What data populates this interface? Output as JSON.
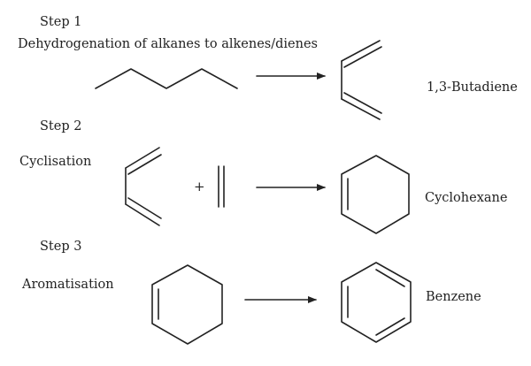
{
  "colors": {
    "ink": "#222222",
    "background": "#ffffff"
  },
  "steps": [
    {
      "label": "Step 1",
      "title": "Dehydrogenation of alkanes to alkenes/dienes",
      "product": "1,3-Butadiene"
    },
    {
      "label": "Step 2",
      "title": "Cyclisation",
      "plus": "+",
      "product": "Cyclohexane"
    },
    {
      "label": "Step 3",
      "title": "Aromatisation",
      "product": "Benzene"
    }
  ]
}
